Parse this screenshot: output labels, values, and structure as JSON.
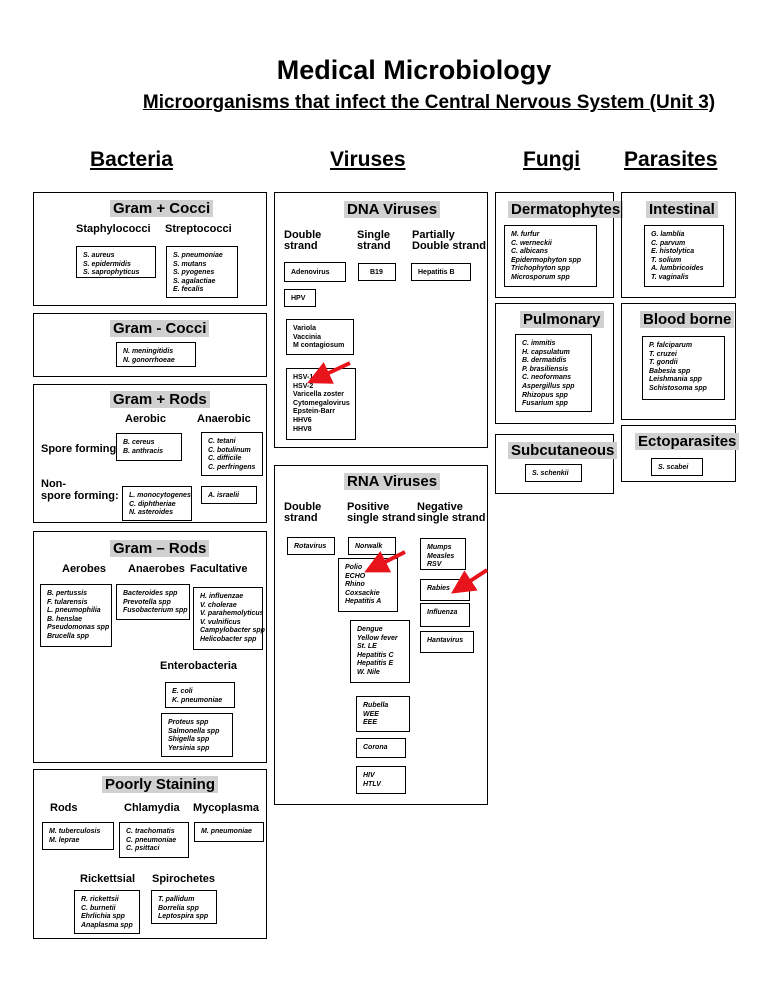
{
  "title": "Medical Microbiology",
  "subtitle": "Microorganisms that infect the Central Nervous System (Unit 3)",
  "columns": {
    "bacteria": "Bacteria",
    "viruses": "Viruses",
    "fungi": "Fungi",
    "parasites": "Parasites"
  },
  "bacteria": {
    "gram_pos_cocci": {
      "title": "Gram + Cocci",
      "staph_label": "Staphylococci",
      "strep_label": "Streptococci",
      "staph": [
        "S. aureus",
        "S. epidermidis",
        "S. saprophyticus"
      ],
      "strep": [
        "S. pneumoniae",
        "S. mutans",
        "S. pyogenes",
        "S. agalactiae",
        "E. fecalis"
      ]
    },
    "gram_neg_cocci": {
      "title": "Gram - Cocci",
      "items": [
        "N. meningitidis",
        "N. gonorrhoeae"
      ]
    },
    "gram_pos_rods": {
      "title": "Gram + Rods",
      "aerobic": "Aerobic",
      "anaerobic": "Anaerobic",
      "spore_forming": "Spore forming:",
      "non_spore_line1": "Non-",
      "non_spore_line2": "spore forming:",
      "spore_aerobic": [
        "B. cereus",
        "B. anthracis"
      ],
      "spore_anaerobic": [
        "C. tetani",
        "C. botulinum",
        "C. difficile",
        "C. perfringens"
      ],
      "nonspore_aerobic": [
        "L. monocytogenes",
        "C. diphtheriae",
        "N. asteroides"
      ],
      "nonspore_anaerobic": [
        "A. israelii"
      ]
    },
    "gram_neg_rods": {
      "title": "Gram – Rods",
      "aerobes": "Aerobes",
      "anaerobes": "Anaerobes",
      "facultative": "Facultative",
      "aerobes_list": [
        "B. pertussis",
        "F. tularensis",
        "L. pneumophilia",
        "B. henslae",
        "Pseudomonas spp",
        "Brucella spp"
      ],
      "anaerobes_list": [
        "Bacteroides spp",
        "Prevotella spp",
        "Fusobacterium spp"
      ],
      "facultative_list": [
        "H. influenzae",
        "V. cholerae",
        "V. parahemolyticus",
        "V. vulnificus",
        "Campylobacter spp",
        "Helicobacter spp"
      ],
      "enterobacteria": "Enterobacteria",
      "entero1": [
        "E. coli",
        "K. pneumoniae"
      ],
      "entero2": [
        "Proteus spp",
        "Salmonella spp",
        "Shigella spp",
        "Yersinia spp"
      ]
    },
    "poorly_staining": {
      "title": "Poorly Staining",
      "rods": "Rods",
      "chlamydia": "Chlamydia",
      "mycoplasma": "Mycoplasma",
      "rickettsial": "Rickettsial",
      "spirochetes": "Spirochetes",
      "rods_list": [
        "M. tuberculosis",
        "M. leprae"
      ],
      "chlamydia_list": [
        "C. trachomatis",
        "C. pneumoniae",
        "C. psittaci"
      ],
      "mycoplasma_list": [
        "M. pneumoniae"
      ],
      "rickettsial_list": [
        "R. rickettsii",
        "C. burnetii",
        "Ehrlichia spp",
        "Anaplasma spp"
      ],
      "spirochetes_list": [
        "T. pallidum",
        "Borrelia spp",
        "Leptospira spp"
      ]
    }
  },
  "viruses": {
    "dna": {
      "title": "DNA Viruses",
      "double_line1": "Double",
      "double_line2": "strand",
      "single_line1": "Single",
      "single_line2": "strand",
      "partial_line1": "Partially",
      "partial_line2": "Double strand",
      "adenovirus": "Adenovirus",
      "b19": "B19",
      "hepb": "Hepatitis B",
      "hpv": "HPV",
      "pox": [
        "Variola",
        "Vaccinia",
        "M  contagiosum"
      ],
      "herpes": [
        "HSV-1",
        "HSV-2",
        "Varicella zoster",
        "Cytomegalovirus",
        "Epstein-Barr",
        "HHV6",
        "HHV8"
      ]
    },
    "rna": {
      "title": "RNA Viruses",
      "double_line1": "Double",
      "double_line2": "strand",
      "pos_line1": "Positive",
      "pos_line2": "single strand",
      "neg_line1": "Negative",
      "neg_line2": "single strand",
      "rotavirus": [
        "Rotavirus"
      ],
      "norwalk": [
        "Norwalk"
      ],
      "polio": [
        "Polio",
        "ECHO",
        "Rhino",
        "Coxsackie",
        "Hepatitis A"
      ],
      "flavi": [
        "Dengue",
        "Yellow fever",
        "St. LE",
        "Hepatitis C",
        "Hepatitis E",
        "W. Nile"
      ],
      "toga": [
        "Rubella",
        "WEE",
        "EEE"
      ],
      "corona": [
        "Corona"
      ],
      "retro": [
        "HIV",
        "HTLV"
      ],
      "mumps": [
        "Mumps",
        "Measles",
        "RSV"
      ],
      "rabies": [
        "Rabies"
      ],
      "influenza": [
        "Influenza"
      ],
      "hanta": [
        "Hantavirus"
      ]
    }
  },
  "fungi": {
    "dermatophytes": {
      "title": "Dermatophytes",
      "items": [
        "M. furfur",
        "C. werneckii",
        "C. albicans",
        "Epidermophyton spp",
        "Trichophyton spp",
        "Microsporum spp"
      ]
    },
    "pulmonary": {
      "title": "Pulmonary",
      "items": [
        "C. immitis",
        "H. capsulatum",
        "B. dermatidis",
        "P. brasiliensis",
        "C. neoformans",
        "Aspergillus spp",
        "Rhizopus spp",
        "Fusarium spp"
      ]
    },
    "subcutaneous": {
      "title": "Subcutaneous",
      "items": [
        "S. schenkii"
      ]
    }
  },
  "parasites": {
    "intestinal": {
      "title": "Intestinal",
      "items": [
        "G. lamblia",
        "C. parvum",
        "E. histolytica",
        "T. solium",
        "A.  lumbricoides",
        "T.  vaginalis"
      ]
    },
    "blood": {
      "title": "Blood borne",
      "items": [
        "P. falciparum",
        "T. cruzei",
        "T. gondii",
        "Babesia spp",
        "Leishmania spp",
        "Schistosoma spp"
      ]
    },
    "ecto": {
      "title": "Ectoparasites",
      "items": [
        "S. scabei"
      ]
    }
  },
  "colors": {
    "header_shade": "#d0d0d0",
    "arrow": "#e8141c"
  }
}
